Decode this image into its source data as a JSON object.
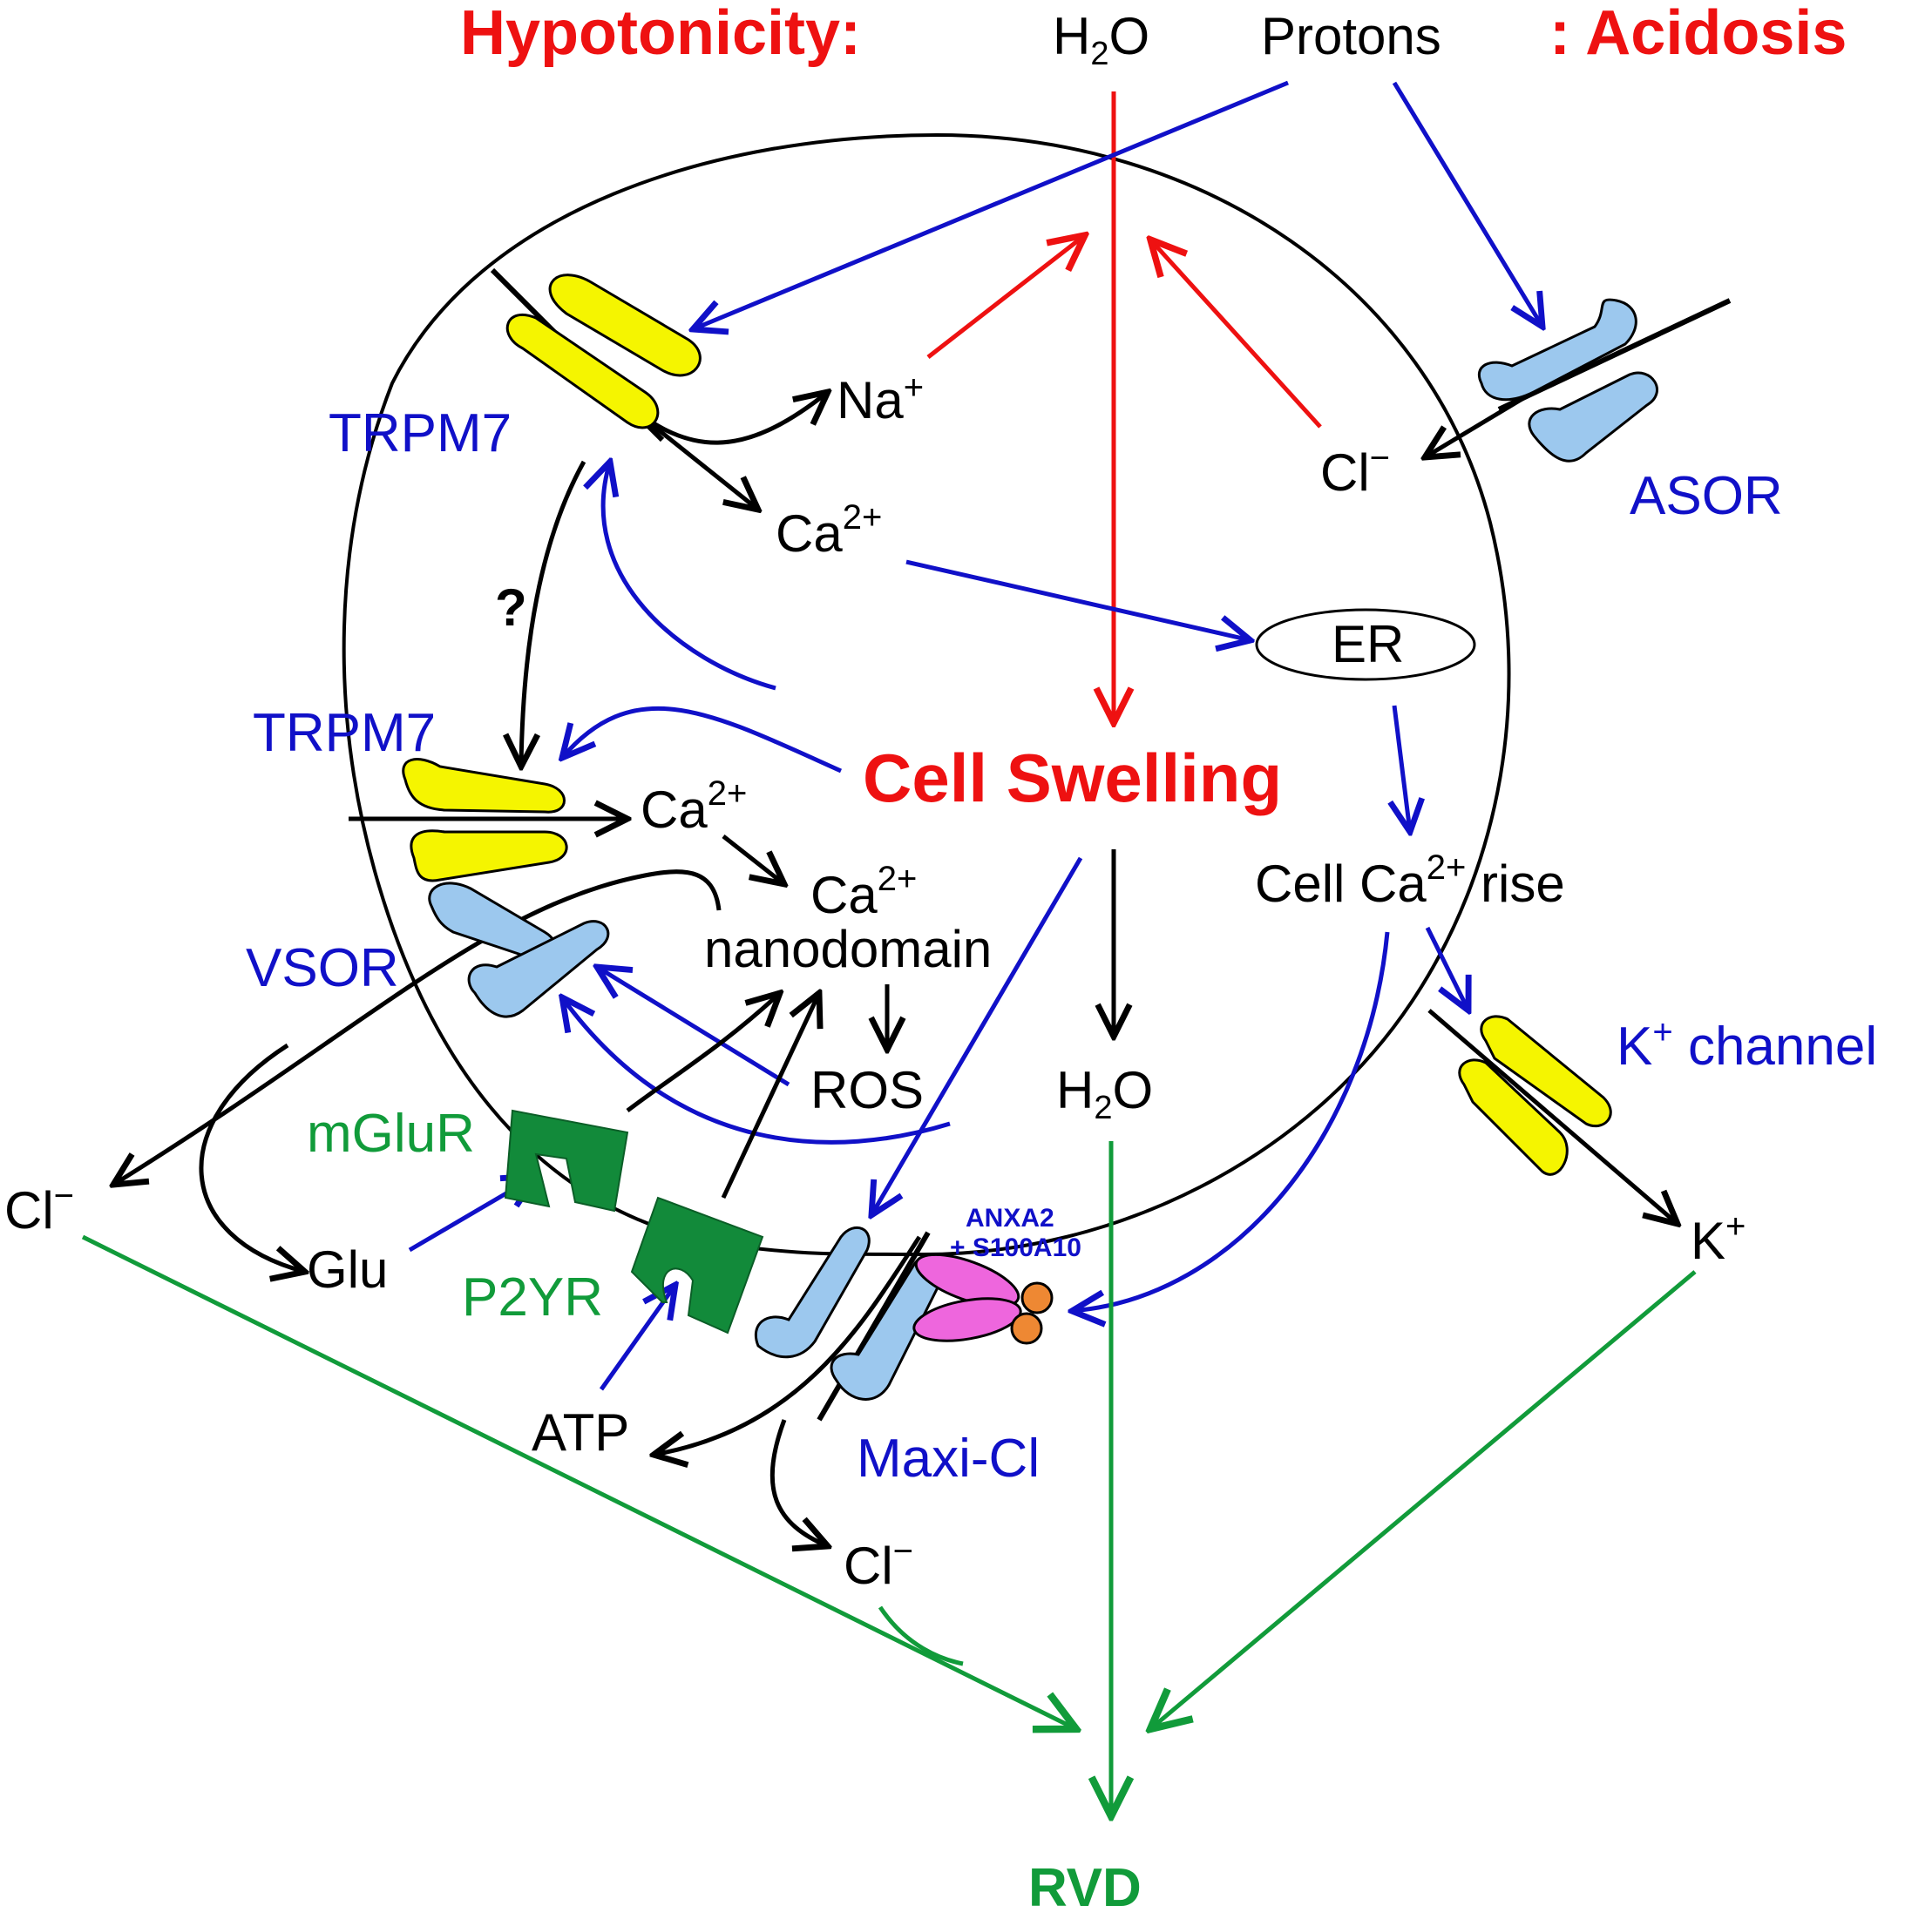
{
  "titles": {
    "hypotonicity": "Hypotonicity:",
    "acidosis": ": Acidosis",
    "cell_swelling": "Cell Swelling",
    "rvd": "RVD"
  },
  "molecules": {
    "h2o_top_base": "H",
    "h2o_top_sub": "2",
    "h2o_top_end": "O",
    "protons": "Protons",
    "na": "Na",
    "na_sup": "+",
    "ca_top": "Ca",
    "ca_top_sup": "2+",
    "cl_asor": "Cl",
    "cl_asor_sup": "−",
    "er": "ER",
    "question": "?",
    "ca_mid": "Ca",
    "ca_mid_sup": "2+",
    "ca_nano_base": "Ca",
    "ca_nano_sup": "2+",
    "nanodomain": "nanodomain",
    "ros": "ROS",
    "h2o_mid_base": "H",
    "h2o_mid_sub": "2",
    "h2o_mid_end": "O",
    "cell_ca_rise_1": "Cell Ca",
    "cell_ca_rise_sup": "2+",
    "cell_ca_rise_2": " rise",
    "cl_left": "Cl",
    "cl_left_sup": "−",
    "glu": "Glu",
    "atp": "ATP",
    "cl_bottom": "Cl",
    "cl_bottom_sup": "−",
    "k_out": "K",
    "k_out_sup": "+"
  },
  "channels": {
    "trpm7_top": "TRPM7",
    "trpm7_mid": "TRPM7",
    "asor": "ASOR",
    "vsor": "VSOR",
    "k_channel_base": "K",
    "k_channel_sup": "+",
    "k_channel_end": " channel",
    "maxi_cl": "Maxi-Cl",
    "anxa2": "ANXA2",
    "s100a10": "+ S100A10"
  },
  "receptors": {
    "mglur": "mGluR",
    "p2yr": "P2YR"
  },
  "colors": {
    "red": "#ee1111",
    "blue": "#1010c8",
    "green": "#119b3a",
    "yellow": "#f5f500",
    "light_blue": "#9cc8ee",
    "dark_green": "#128a3a",
    "magenta": "#ee66dd",
    "orange": "#ee8833",
    "black": "#000000"
  }
}
